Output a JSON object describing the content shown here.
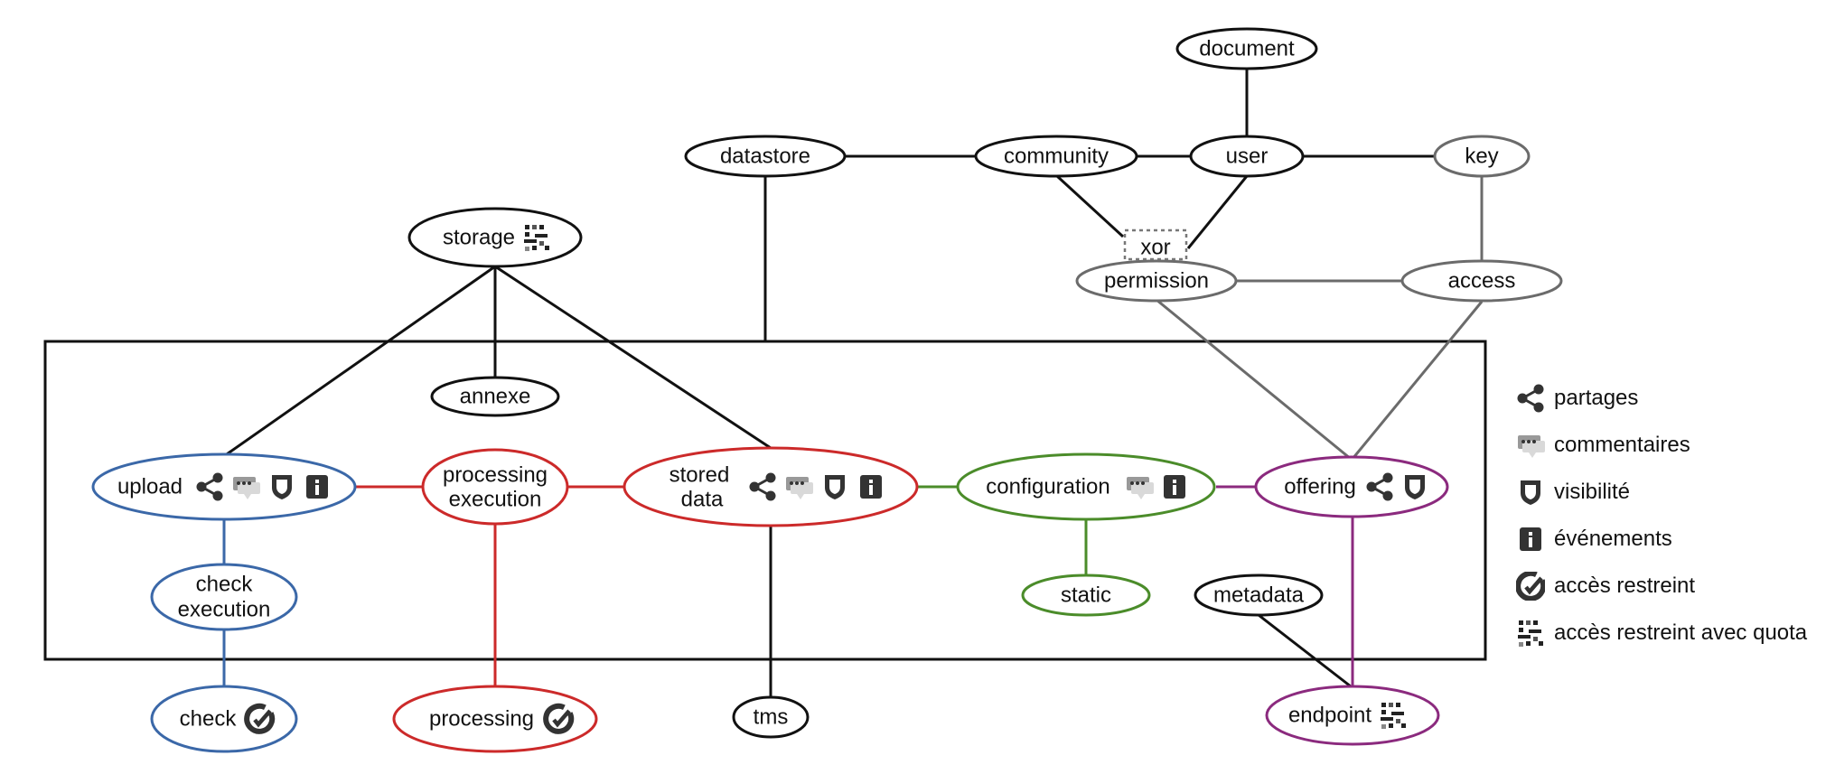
{
  "colors": {
    "black": "#111111",
    "gray": "#6b6b6b",
    "blue": "#3b68a8",
    "red": "#cc2a2a",
    "green": "#4b8c2a",
    "purple": "#8b2a7e"
  },
  "nodes": {
    "document": "document",
    "datastore": "datastore",
    "community": "community",
    "user": "user",
    "key": "key",
    "xor": "xor",
    "permission": "permission",
    "access": "access",
    "storage": "storage",
    "annexe": "annexe",
    "upload": "upload",
    "processing_execution": [
      "processing",
      "execution"
    ],
    "stored_data": [
      "stored",
      "data"
    ],
    "configuration": "configuration",
    "offering": "offering",
    "check_execution": [
      "check",
      "execution"
    ],
    "static": "static",
    "metadata": "metadata",
    "check": "check",
    "processing": "processing",
    "tms": "tms",
    "endpoint": "endpoint"
  },
  "legend": [
    {
      "icon": "share-icon",
      "label": "partages"
    },
    {
      "icon": "comment-icon",
      "label": "commentaires"
    },
    {
      "icon": "shield-icon",
      "label": "visibilité"
    },
    {
      "icon": "info-icon",
      "label": "événements"
    },
    {
      "icon": "check-badge-icon",
      "label": "accès restreint"
    },
    {
      "icon": "quota-icon",
      "label": "accès restreint avec quota"
    }
  ]
}
